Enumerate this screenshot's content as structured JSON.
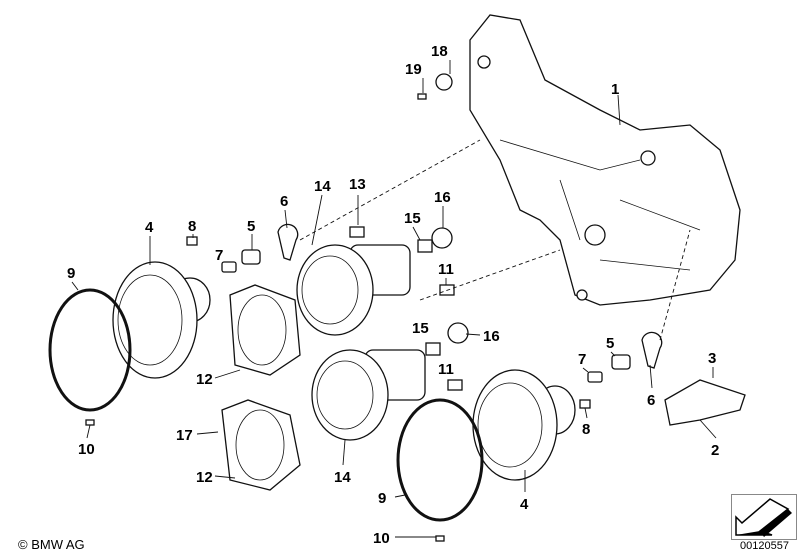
{
  "diagram": {
    "callouts": [
      "1",
      "2",
      "3",
      "4",
      "4",
      "5",
      "5",
      "6",
      "6",
      "7",
      "7",
      "8",
      "8",
      "9",
      "9",
      "10",
      "10",
      "11",
      "11",
      "12",
      "12",
      "13",
      "14",
      "14",
      "15",
      "15",
      "16",
      "16",
      "17",
      "18",
      "19"
    ]
  },
  "footer": {
    "copyright": "© BMW AG",
    "image_code": "00120557"
  }
}
